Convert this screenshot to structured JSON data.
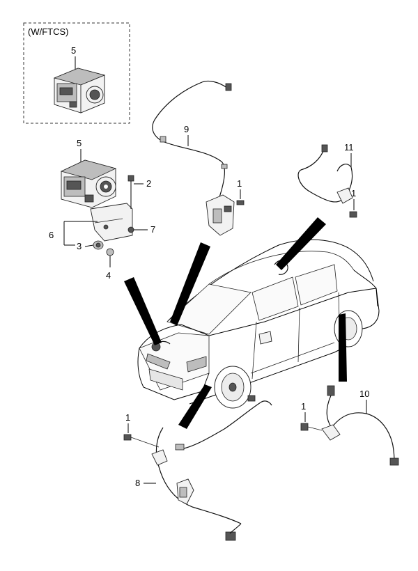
{
  "inset": {
    "label": "(W/FTCS)",
    "callout": "5"
  },
  "callouts": {
    "hecu_main": "5",
    "bolt_2": "2",
    "bracket_6": "6",
    "bushing_3": "3",
    "nut_4": "4",
    "bolt_7": "7",
    "sensor_9": "9",
    "bolt_1_front_left": "1",
    "sensor_11": "11",
    "bolt_1_rear_left": "1",
    "sensor_10": "10",
    "bolt_1_rear_right": "1",
    "bolt_1_front_right": "1",
    "sensor_8": "8"
  }
}
